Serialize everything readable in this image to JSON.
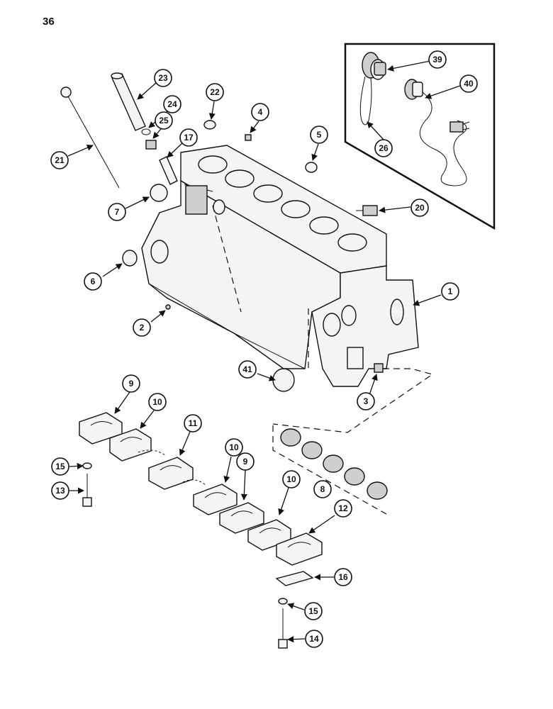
{
  "page_number": "36",
  "callouts": [
    "1",
    "2",
    "3",
    "4",
    "5",
    "6",
    "7",
    "8",
    "9",
    "10",
    "10",
    "10",
    "11",
    "12",
    "13",
    "14",
    "15",
    "15",
    "16",
    "17",
    "20",
    "21",
    "22",
    "23",
    "24",
    "25",
    "26",
    "39",
    "40",
    "41"
  ]
}
